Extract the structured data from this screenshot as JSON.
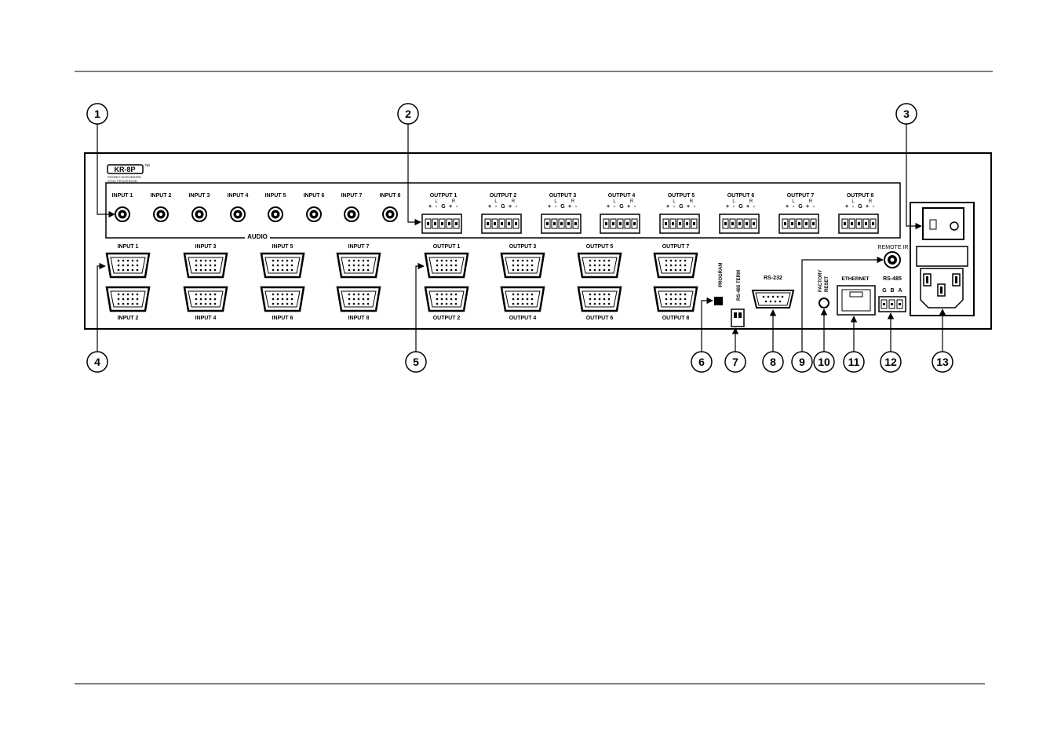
{
  "logo": {
    "text": "KR-8P",
    "tm": "™",
    "tagline1": "STEREO INTEGRATED",
    "tagline2": "SYNC PROCESSOR"
  },
  "audio": {
    "label": "AUDIO",
    "inputs": [
      "INPUT 1",
      "INPUT 2",
      "INPUT 3",
      "INPUT 4",
      "INPUT 5",
      "INPUT 6",
      "INPUT 7",
      "INPUT 8"
    ],
    "outputs": [
      "OUTPUT 1",
      "OUTPUT 2",
      "OUTPUT 3",
      "OUTPUT 4",
      "OUTPUT 5",
      "OUTPUT 6",
      "OUTPUT 7",
      "OUTPUT 8"
    ],
    "channel_top": [
      "L",
      "R"
    ],
    "channel_bottom": [
      "+",
      "-",
      "G",
      "+",
      "-"
    ]
  },
  "video": {
    "inputs_top": [
      "INPUT 1",
      "INPUT 3",
      "INPUT 5",
      "INPUT 7"
    ],
    "inputs_bottom": [
      "INPUT 2",
      "INPUT 4",
      "INPUT 6",
      "INPUT 8"
    ],
    "outputs_top": [
      "OUTPUT 1",
      "OUTPUT 3",
      "OUTPUT 5",
      "OUTPUT 7"
    ],
    "outputs_bottom": [
      "OUTPUT 2",
      "OUTPUT 4",
      "OUTPUT 6",
      "OUTPUT 8"
    ]
  },
  "controls": {
    "program": "PROGRAM",
    "rs485_term": "RS-485 TERM",
    "rs232": "RS-232",
    "factory_reset_1": "FACTORY",
    "factory_reset_2": "RESET",
    "ethernet": "ETHERNET",
    "rs485": "RS-485",
    "rs485_pins": [
      "G",
      "B",
      "A"
    ],
    "remote_ir": "REMOTE IR"
  },
  "callouts": [
    "1",
    "2",
    "3",
    "4",
    "5",
    "6",
    "7",
    "8",
    "9",
    "10",
    "11",
    "12",
    "13"
  ]
}
